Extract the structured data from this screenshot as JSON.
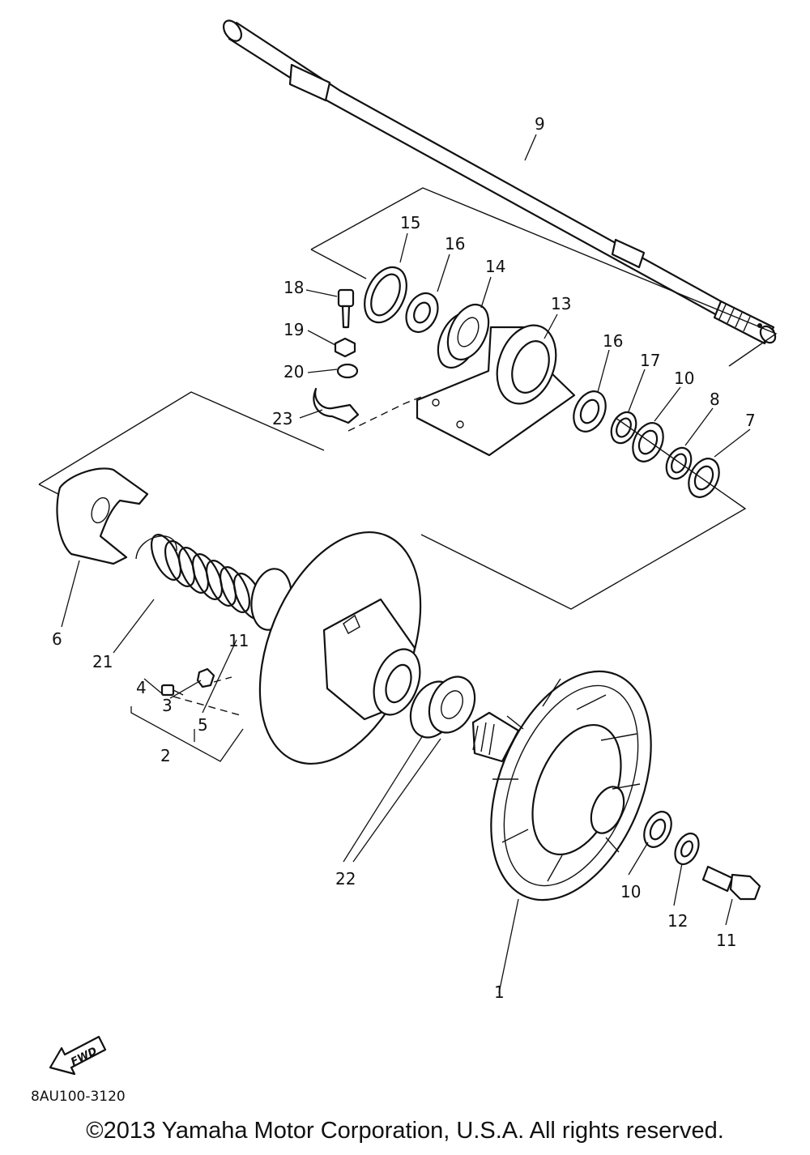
{
  "callouts": {
    "c1": "1",
    "c2": "2",
    "c3": "3",
    "c4": "4",
    "c5": "5",
    "c6": "6",
    "c7": "7",
    "c8": "8",
    "c9": "9",
    "c10a": "10",
    "c10b": "10",
    "c11a": "11",
    "c11b": "11",
    "c12": "12",
    "c13": "13",
    "c14": "14",
    "c15": "15",
    "c16a": "16",
    "c16b": "16",
    "c17": "17",
    "c18": "18",
    "c19": "19",
    "c20": "20",
    "c21": "21",
    "c22": "22",
    "c23": "23"
  },
  "fwd_label": "FWD",
  "doc_code": "8AU100-3120",
  "copyright": "©2013 Yamaha Motor Corporation, U.S.A. All rights reserved."
}
